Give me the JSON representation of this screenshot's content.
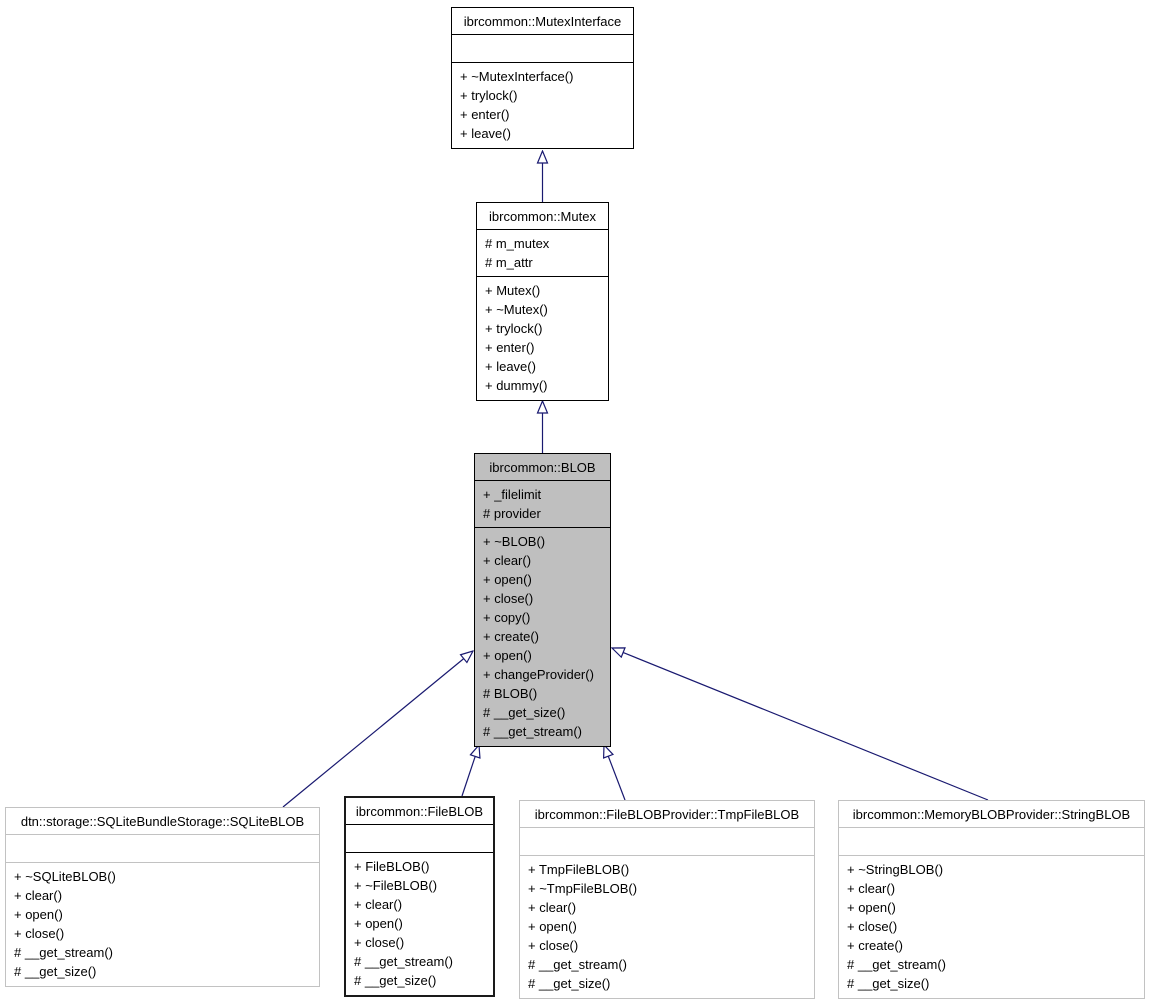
{
  "diagram": {
    "type": "uml-inheritance",
    "arrow_color": "#191970",
    "current_node_fill": "#bfbfbf",
    "classes": [
      {
        "id": "mutex-interface",
        "title": "ibrcommon::MutexInterface",
        "attributes": [],
        "methods": [
          "+ ~MutexInterface()",
          "+ trylock()",
          "+ enter()",
          "+ leave()"
        ]
      },
      {
        "id": "mutex",
        "title": "ibrcommon::Mutex",
        "attributes": [
          "# m_mutex",
          "# m_attr"
        ],
        "methods": [
          "+ Mutex()",
          "+ ~Mutex()",
          "+ trylock()",
          "+ enter()",
          "+ leave()",
          "+ dummy()"
        ]
      },
      {
        "id": "blob",
        "title": "ibrcommon::BLOB",
        "attributes": [
          "+ _filelimit",
          "# provider"
        ],
        "methods": [
          "+ ~BLOB()",
          "+ clear()",
          "+ open()",
          "+ close()",
          "+ copy()",
          "+ create()",
          "+ open()",
          "+ changeProvider()",
          "# BLOB()",
          "# __get_size()",
          "# __get_stream()"
        ]
      },
      {
        "id": "sqliteblob",
        "title": "dtn::storage::SQLiteBundleStorage::SQLiteBLOB",
        "attributes": [],
        "methods": [
          "+ ~SQLiteBLOB()",
          "+ clear()",
          "+ open()",
          "+ close()",
          "# __get_stream()",
          "# __get_size()"
        ]
      },
      {
        "id": "fileblob",
        "title": "ibrcommon::FileBLOB",
        "attributes": [],
        "methods": [
          "+ FileBLOB()",
          "+ ~FileBLOB()",
          "+ clear()",
          "+ open()",
          "+ close()",
          "# __get_stream()",
          "# __get_size()"
        ]
      },
      {
        "id": "tmpfileblob",
        "title": "ibrcommon::FileBLOBProvider::TmpFileBLOB",
        "attributes": [],
        "methods": [
          "+ TmpFileBLOB()",
          "+ ~TmpFileBLOB()",
          "+ clear()",
          "+ open()",
          "+ close()",
          "# __get_stream()",
          "# __get_size()"
        ]
      },
      {
        "id": "stringblob",
        "title": "ibrcommon::MemoryBLOBProvider::StringBLOB",
        "attributes": [],
        "methods": [
          "+ ~StringBLOB()",
          "+ clear()",
          "+ open()",
          "+ close()",
          "+ create()",
          "# __get_stream()",
          "# __get_size()"
        ]
      }
    ]
  }
}
